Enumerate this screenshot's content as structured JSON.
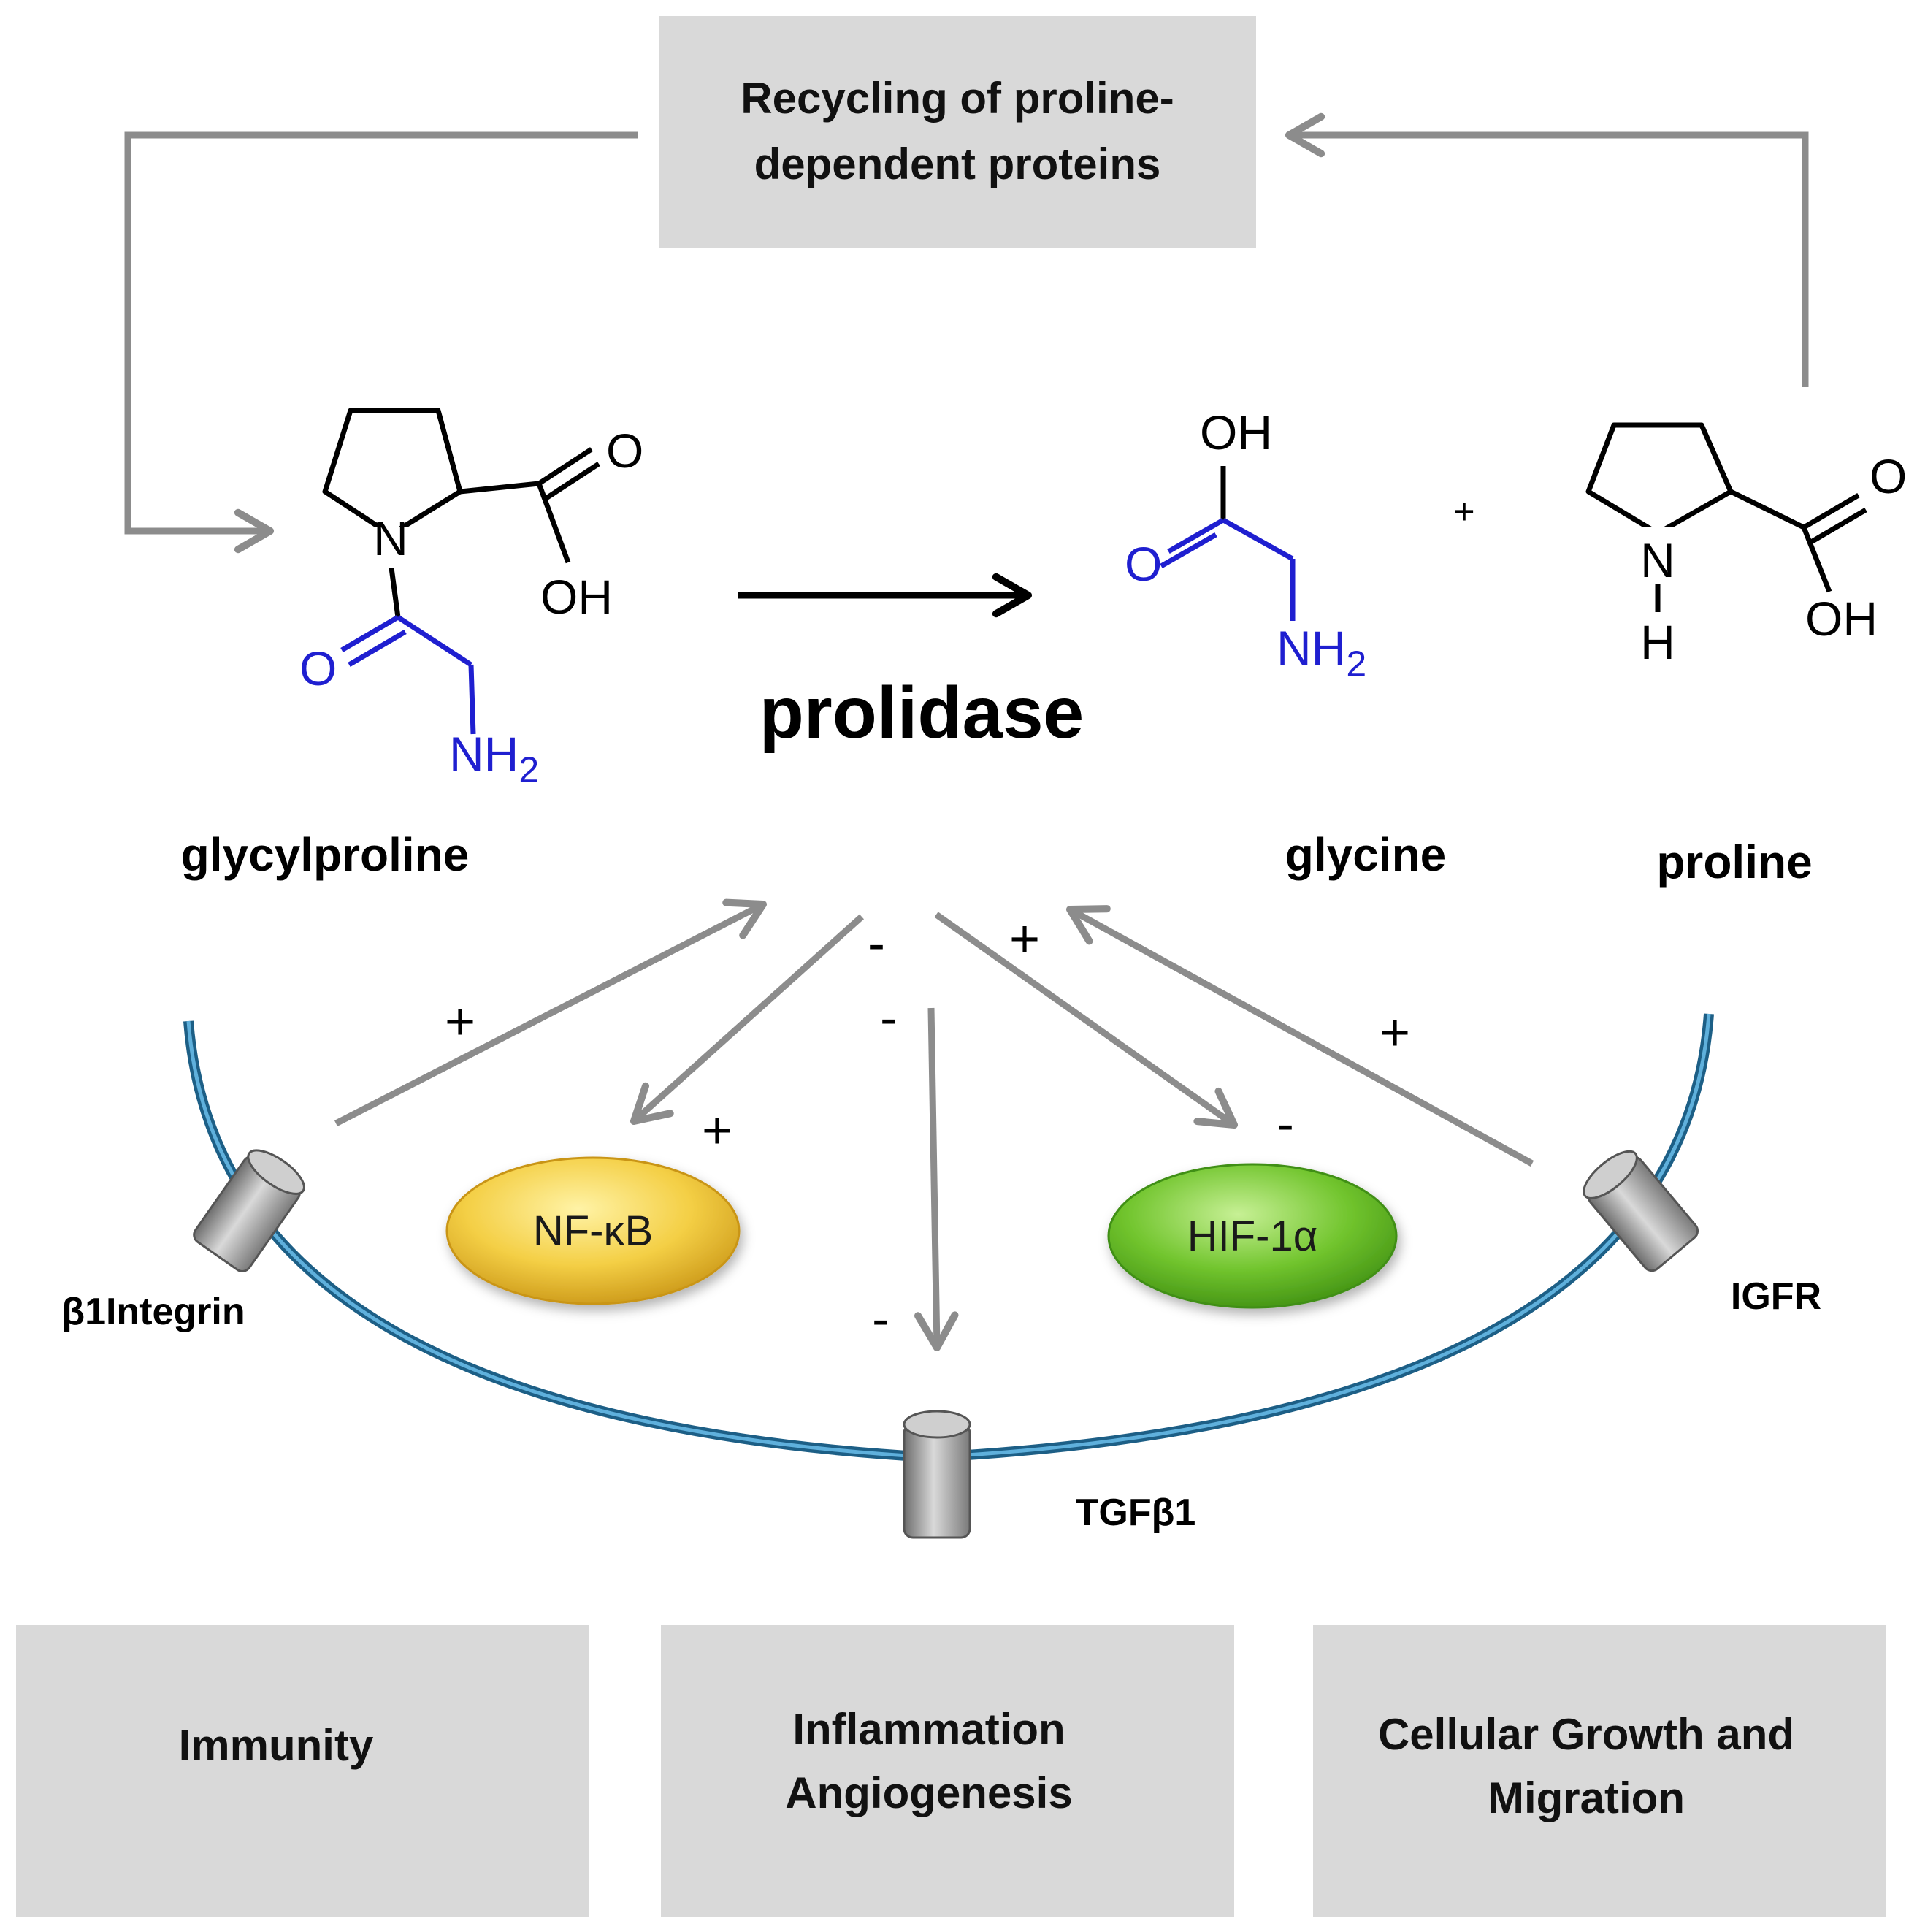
{
  "top_box": {
    "line1": "Recycling of proline-",
    "line2": "dependent proteins"
  },
  "enzyme": "prolidase",
  "molecules": {
    "glycylproline": "glycylproline",
    "glycine": "glycine",
    "proline": "proline",
    "plus": "+"
  },
  "atoms": {
    "oh": "OH",
    "o": "O",
    "n": "N",
    "nh2": "NH",
    "sub2": "2",
    "h": "H"
  },
  "signs": {
    "plus": "+",
    "minus": "-"
  },
  "nodes": {
    "nfkb": "NF-κB",
    "hif": "HIF-1α"
  },
  "receptors": {
    "integrin": "β1Integrin",
    "igfr": "IGFR",
    "tgf": "TGFβ1"
  },
  "bottom_boxes": {
    "immunity": "Immunity",
    "inflammation_line1": "Inflammation",
    "inflammation_line2": "Angiogenesis",
    "growth_line1": "Cellular Growth and",
    "growth_line2": "Migration"
  },
  "colors": {
    "box_fill": "#d9d9d9",
    "arrow_gray": "#8c8c8c",
    "glycine_blue": "#1f1fd0",
    "membrane_blue": "#2a7ca8",
    "nfkb_yellow": "#f2c43a",
    "hif_green": "#6cc02a",
    "receptor_gray": "#9a9a9a"
  }
}
